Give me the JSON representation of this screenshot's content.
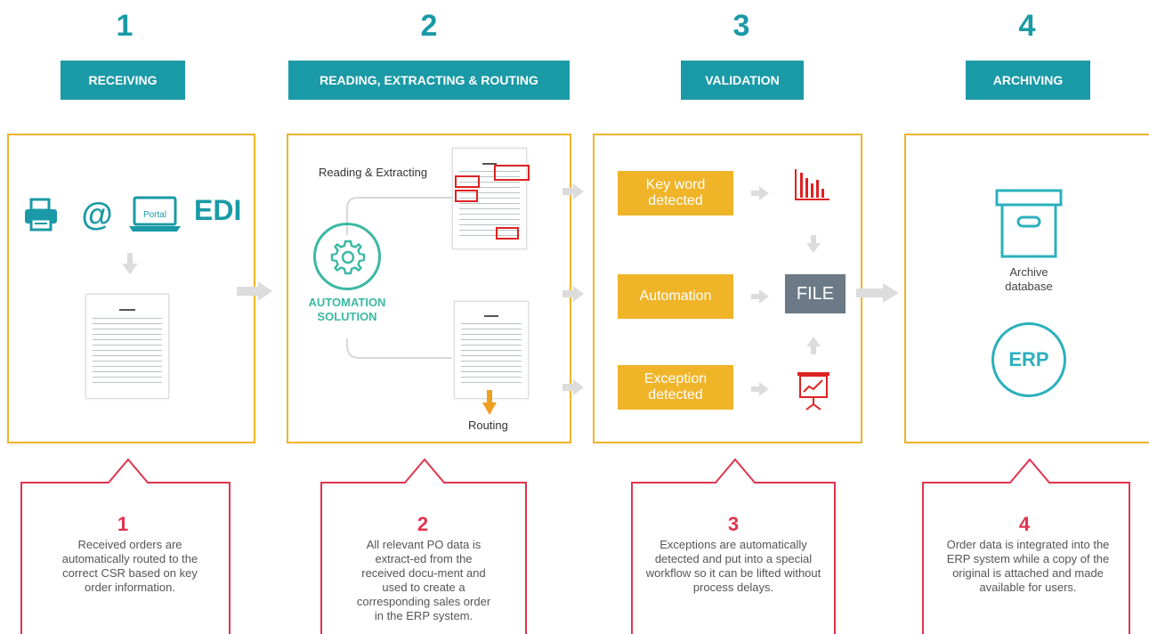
{
  "steps": [
    {
      "num": "1",
      "title": "RECEIVING"
    },
    {
      "num": "2",
      "title": "READING, EXTRACTING & ROUTING"
    },
    {
      "num": "3",
      "title": "VALIDATION"
    },
    {
      "num": "4",
      "title": "ARCHIVING"
    }
  ],
  "panel1": {
    "portal_label": "Portal",
    "edi_label": "EDI"
  },
  "panel2": {
    "reading_label": "Reading & Extracting",
    "automation_label_1": "AUTOMATION",
    "automation_label_2": "SOLUTION",
    "routing_label": "Routing"
  },
  "panel3": {
    "box1": "Key word detected",
    "box2": "Automation",
    "box3": "Exception detected",
    "file_label": "FILE"
  },
  "panel4": {
    "archive_label_1": "Archive",
    "archive_label_2": "database",
    "erp_label": "ERP"
  },
  "callouts": [
    {
      "num": "1",
      "text": "Received orders are automatically routed to the correct CSR based on key order information."
    },
    {
      "num": "2",
      "text": "All relevant PO data is extract-ed from the received docu-ment and used to create a corresponding sales order in the ERP system."
    },
    {
      "num": "3",
      "text": "Exceptions are automatically detected and put into a special workflow so it can be lifted without process delays."
    },
    {
      "num": "4",
      "text": "Order data is integrated into the ERP system while a copy of the original is attached and made available for users."
    }
  ],
  "colors": {
    "teal": "#1a9aa6",
    "orange": "#f0b429",
    "red": "#e0334f",
    "gray_arrow": "#dcdcdc",
    "file_box": "#6b7a86"
  },
  "icons": [
    "printer-icon",
    "at-sign-icon",
    "laptop-icon",
    "gear-icon",
    "bar-chart-icon",
    "presentation-chart-icon",
    "archive-box-icon"
  ]
}
